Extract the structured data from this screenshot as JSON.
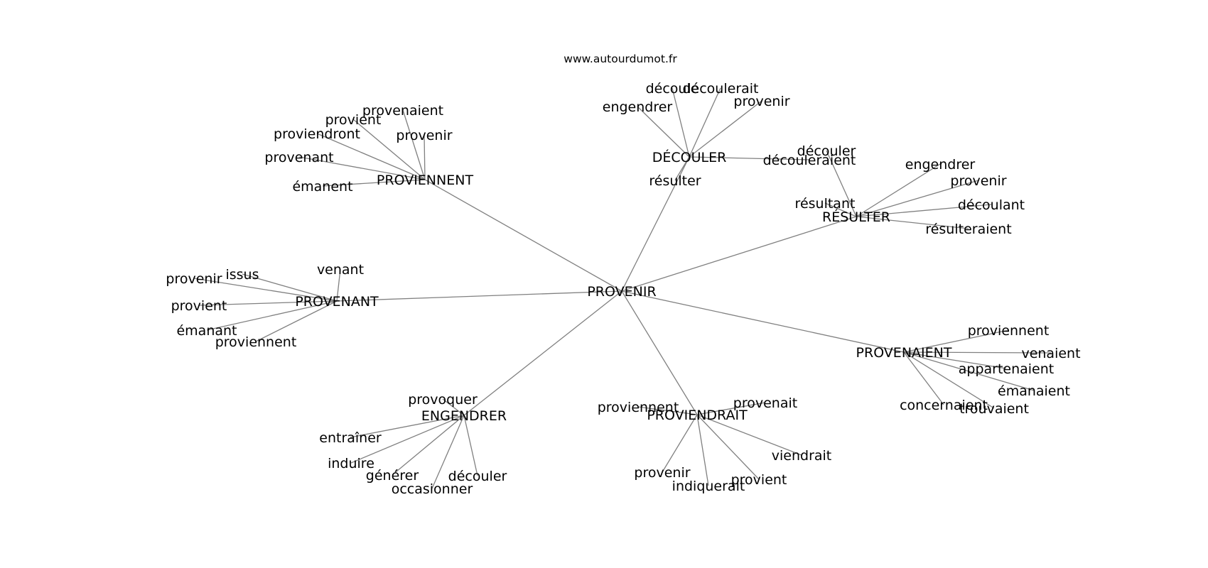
{
  "header": {
    "site": "www.autourdumot.fr"
  },
  "graph": {
    "root": "PROVENIR",
    "hubs": [
      {
        "id": "proviennent_hub",
        "label": "PROVIENNENT",
        "leaves": [
          "provenaient",
          "provient",
          "proviendront",
          "provenir",
          "provenant",
          "émanent"
        ]
      },
      {
        "id": "decouler_hub",
        "label": "DÉCOULER",
        "leaves": [
          "découle",
          "découlerait",
          "provenir",
          "engendrer",
          "découleraient",
          "résulter"
        ]
      },
      {
        "id": "resulter_hub",
        "label": "RÉSULTER",
        "leaves": [
          "découler",
          "engendrer",
          "provenir",
          "résultant",
          "découlant",
          "résulteraient"
        ]
      },
      {
        "id": "provenant_hub",
        "label": "PROVENANT",
        "leaves": [
          "venant",
          "issus",
          "provenir",
          "provient",
          "émanant",
          "proviennent"
        ]
      },
      {
        "id": "provenaient_hub",
        "label": "PROVENAIENT",
        "leaves": [
          "proviennent",
          "venaient",
          "appartenaient",
          "émanaient",
          "concernaient",
          "trouvaient"
        ]
      },
      {
        "id": "engendrer_hub",
        "label": "ENGENDRER",
        "leaves": [
          "provoquer",
          "entraîner",
          "induire",
          "générer",
          "découler",
          "occasionner"
        ]
      },
      {
        "id": "proviendrait_hub",
        "label": "PROVIENDRAIT",
        "leaves": [
          "proviennent",
          "provenait",
          "viendrait",
          "provenir",
          "indiquerait",
          "provient"
        ]
      }
    ]
  }
}
